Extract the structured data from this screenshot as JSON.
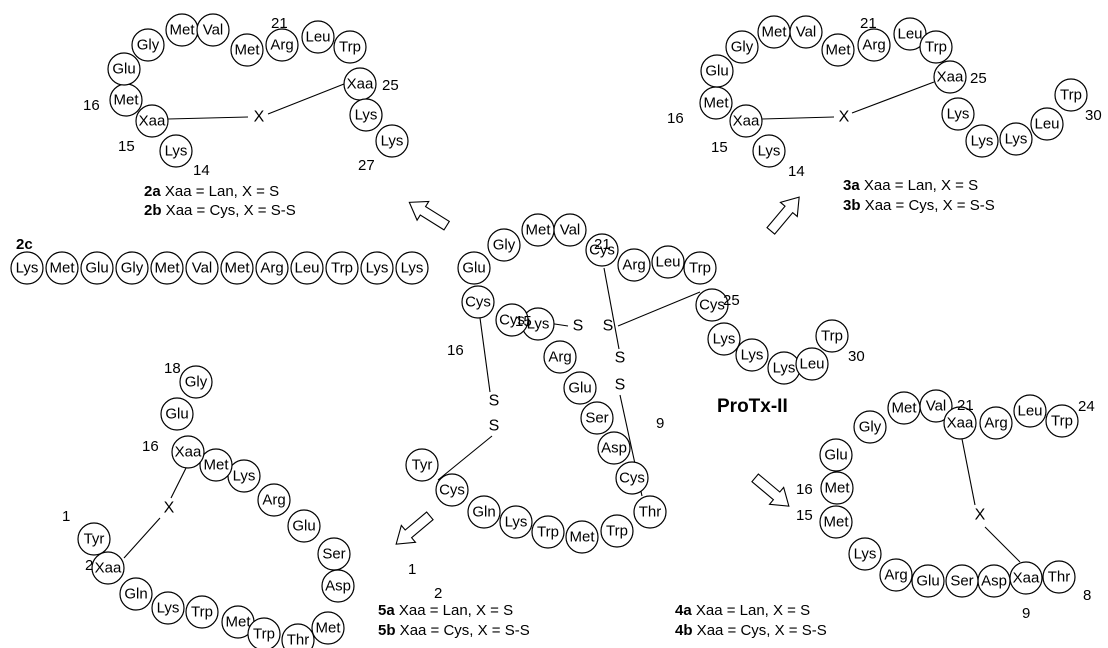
{
  "colors": {
    "stroke": "#000000",
    "fill": "#ffffff"
  },
  "title": "ProTx-II",
  "main": {
    "residues": [
      "Tyr",
      "Cys",
      "Gln",
      "Lys",
      "Trp",
      "Met",
      "Trp",
      "Thr",
      "Cys",
      "Asp",
      "Ser",
      "Glu",
      "Arg",
      "Lys",
      "Cys",
      "Cys",
      "Glu",
      "Gly",
      "Met",
      "Val",
      "Cys",
      "Arg",
      "Leu",
      "Trp",
      "Cys",
      "Lys",
      "Lys",
      "Lys",
      "Leu",
      "Trp"
    ],
    "numbers": [
      "1",
      "2",
      "9",
      "15",
      "16",
      "21",
      "25",
      "30"
    ],
    "bonds": [
      "S",
      "S",
      "S",
      "S",
      "S",
      "S"
    ]
  },
  "p2": {
    "residues": [
      "Lys",
      "Xaa",
      "Met",
      "Glu",
      "Gly",
      "Met",
      "Val",
      "Met",
      "Arg",
      "Leu",
      "Trp",
      "Xaa",
      "Lys",
      "Lys"
    ],
    "numbers": [
      "14",
      "15",
      "16",
      "21",
      "25",
      "27"
    ],
    "x": "X",
    "labels": [
      {
        "id": "2a",
        "text": " Xaa  = Lan, X = S"
      },
      {
        "id": "2b",
        "text": " Xaa = Cys, X = S-S"
      }
    ]
  },
  "p2c": {
    "id": "2c",
    "residues": [
      "Lys",
      "Met",
      "Glu",
      "Gly",
      "Met",
      "Val",
      "Met",
      "Arg",
      "Leu",
      "Trp",
      "Lys",
      "Lys"
    ]
  },
  "p3": {
    "residues": [
      "Lys",
      "Xaa",
      "Met",
      "Glu",
      "Gly",
      "Met",
      "Val",
      "Met",
      "Arg",
      "Leu",
      "Trp",
      "Xaa",
      "Lys",
      "Lys",
      "Lys",
      "Leu",
      "Trp"
    ],
    "numbers": [
      "14",
      "15",
      "16",
      "21",
      "25",
      "30"
    ],
    "x": "X",
    "labels": [
      {
        "id": "3a",
        "text": " Xaa  = Lan, X = S"
      },
      {
        "id": "3b",
        "text": " Xaa = Cys, X = S-S"
      }
    ]
  },
  "p4": {
    "residues": [
      "Thr",
      "Xaa",
      "Asp",
      "Ser",
      "Glu",
      "Arg",
      "Lys",
      "Met",
      "Met",
      "Glu",
      "Gly",
      "Met",
      "Val",
      "Xaa",
      "Arg",
      "Leu",
      "Trp"
    ],
    "numbers": [
      "8",
      "9",
      "15",
      "16",
      "21",
      "24"
    ],
    "x": "X",
    "labels": [
      {
        "id": "4a",
        "text": " Xaa  = Lan, X = S"
      },
      {
        "id": "4b",
        "text": " Xaa = Cys, X = S-S"
      }
    ]
  },
  "p5": {
    "residues": [
      "Tyr",
      "Xaa",
      "Gln",
      "Lys",
      "Trp",
      "Met",
      "Trp",
      "Thr",
      "Met",
      "Asp",
      "Ser",
      "Glu",
      "Arg",
      "Lys",
      "Met",
      "Xaa",
      "Glu",
      "Gly"
    ],
    "numbers": [
      "1",
      "2",
      "16",
      "18"
    ],
    "x": "X",
    "labels": [
      {
        "id": "5a",
        "text": " Xaa  = Lan, X = S"
      },
      {
        "id": "5b",
        "text": " Xaa = Cys, X = S-S"
      }
    ]
  }
}
